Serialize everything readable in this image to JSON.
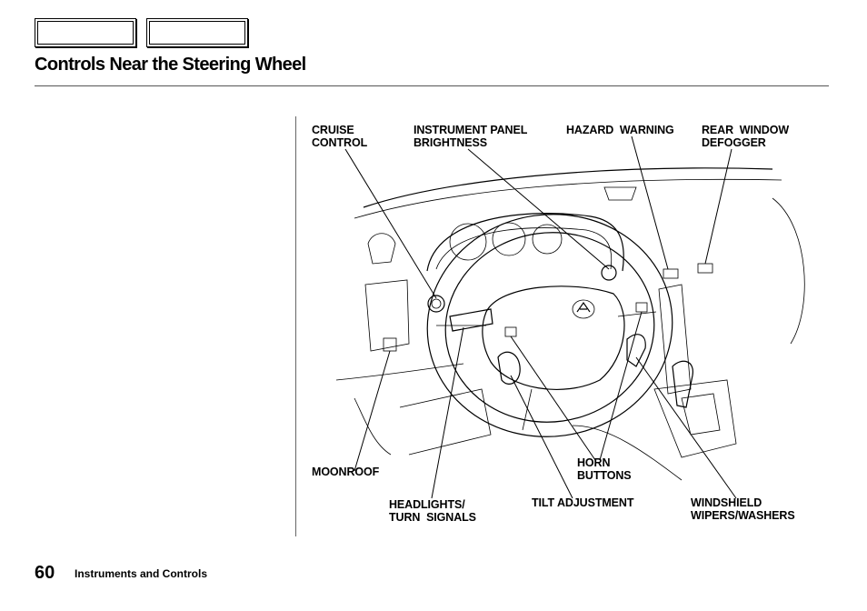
{
  "header": {
    "tabs": [
      "",
      ""
    ],
    "title": "Controls Near the Steering Wheel"
  },
  "figure": {
    "labels": {
      "cruise_control": "CRUISE\nCONTROL",
      "instrument_panel_brightness": "INSTRUMENT PANEL\nBRIGHTNESS",
      "hazard_warning": "HAZARD  WARNING",
      "rear_window_defogger": "REAR  WINDOW\nDEFOGGER",
      "moonroof": "MOONROOF",
      "horn_buttons": "HORN\nBUTTONS",
      "headlights_turn_signals": "HEADLIGHTS/\nTURN  SIGNALS",
      "tilt_adjustment": "TILT ADJUSTMENT",
      "windshield_wipers_washers": "WINDSHIELD\nWIPERS/WASHERS"
    }
  },
  "footer": {
    "page_number": "60",
    "section_title": "Instruments  and  Controls"
  }
}
